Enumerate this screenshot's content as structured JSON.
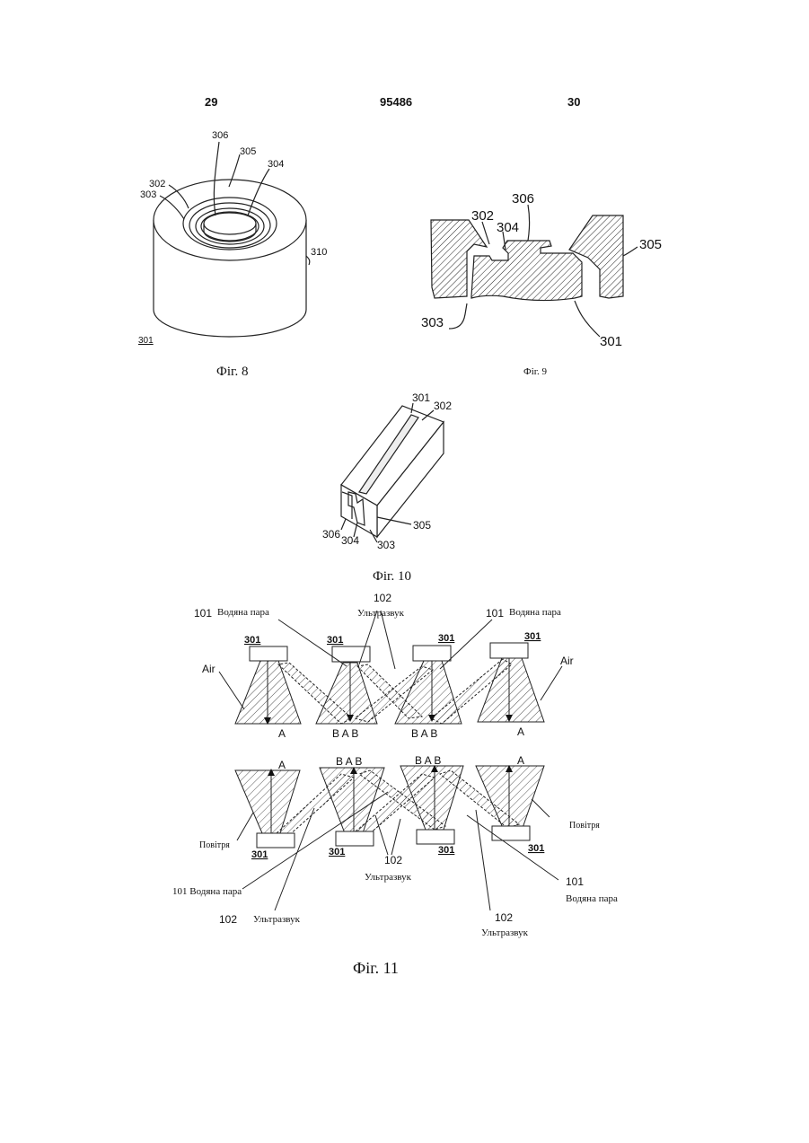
{
  "header": {
    "left_page": "29",
    "patent_number": "95486",
    "right_page": "30"
  },
  "figures": {
    "fig8": {
      "caption": "Фіг. 8",
      "labels": {
        "l306": "306",
        "l305": "305",
        "l304": "304",
        "l302": "302",
        "l303": "303",
        "l310": "310",
        "l301": "301"
      }
    },
    "fig9": {
      "caption": "Фіг. 9",
      "labels": {
        "l306": "306",
        "l302": "302",
        "l304": "304",
        "l305": "305",
        "l303": "303",
        "l301": "301"
      }
    },
    "fig10": {
      "caption": "Фіг. 10",
      "labels": {
        "l301": "301",
        "l302": "302",
        "l305": "305",
        "l306": "306",
        "l304": "304",
        "l303": "303"
      }
    },
    "fig11": {
      "caption": "Фіг. 11",
      "top": {
        "n101_left": "101",
        "vapor_left": "Водяна пара",
        "n102": "102",
        "ultrasound": "Ультразвук",
        "n101_right": "101",
        "vapor_right": "Водяна пара",
        "air_left": "Air",
        "air_right": "Air",
        "emitters": [
          "301",
          "301",
          "301",
          "301"
        ],
        "beam_labels": [
          "A",
          "B A B",
          "B A B",
          "A"
        ]
      },
      "bottom": {
        "beam_labels": [
          "A",
          "B A B",
          "B A B",
          "A"
        ],
        "emitters": [
          "301",
          "301",
          "301",
          "301"
        ],
        "air_left": "Повітря",
        "air_right": "Повітря",
        "n102_center": "102",
        "ultrasound_center": "Ультразвук",
        "vapor_left_full": "101 Водяна пара",
        "n101_right": "101",
        "vapor_right": "Водяна пара",
        "n102_left": "102",
        "ultrasound_left": "Ультразвук",
        "n102_right": "102",
        "ultrasound_right": "Ультразвук"
      }
    }
  }
}
